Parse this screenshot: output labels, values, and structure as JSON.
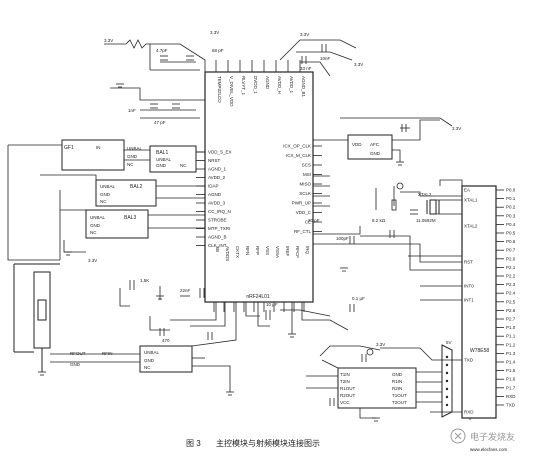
{
  "caption": {
    "figure": "图 3",
    "text": "主控模块与射频模块连接图示"
  },
  "watermark": {
    "name": "电子发烧友",
    "url": "www.elecfans.com"
  },
  "rf_chip": {
    "part": "nRF24L01",
    "pins_top": [
      "TEMP32LCO",
      "V_DIVEL_VDD",
      "RLVYT_1",
      "DVDD_1",
      "AGND",
      "AVDD_H",
      "AVDD_1",
      "AGND_B1"
    ],
    "pins_left": [
      "VDD_S_EX",
      "NRST",
      "AGND_1",
      "AVDD_2",
      "IDAP",
      "AGND",
      "AVDD_3",
      "CC_IRQ_N",
      "STROBE",
      "MTP_TXRI",
      "AGND_B",
      "CLK_INT"
    ],
    "pins_right": [
      "ICX_OP_CLK",
      "ICX_M_CLK",
      "SCS",
      "MSI",
      "MISO",
      "SCLK",
      "PWR_UP",
      "VDD_C",
      "CE",
      "RF_CTL"
    ],
    "pins_bottom": [
      "SB",
      "AVDDS",
      "CKTX",
      "RFN",
      "RFP",
      "VSS",
      "VSSA",
      "IREF",
      "RFCF",
      "IRQ"
    ]
  },
  "mcu": {
    "part": "W78E58",
    "pins_left": [
      "EA",
      "XTAL1",
      "XTAL2",
      "RST",
      "INT0",
      "INT1",
      "TXD",
      "RXD"
    ],
    "pins_right": [
      "P0.0",
      "P0.1",
      "P0.2",
      "P0.3",
      "P0.4",
      "P0.5",
      "P0.6",
      "P0.7",
      "P2.0",
      "P2.1",
      "P2.2",
      "P2.3",
      "P2.4",
      "P2.5",
      "P2.6",
      "P2.7",
      "P1.0",
      "P1.1",
      "P1.2",
      "P1.3",
      "P1.4",
      "P1.5",
      "P1.6",
      "P1.7",
      "RXD",
      "TXD"
    ]
  },
  "filters": [
    {
      "ref": "GF1",
      "pins": [
        "IN",
        "UNBAL",
        "GND",
        "NC"
      ]
    },
    {
      "ref": "BAL1",
      "pins": [
        "UNBAL",
        "GND",
        "NC"
      ]
    },
    {
      "ref": "BAL2",
      "pins": [
        "UNBAL",
        "GND",
        "NC"
      ]
    },
    {
      "ref": "BAL3",
      "pins": [
        "UNBAL",
        "GND",
        "NC"
      ]
    }
  ],
  "oscillator": {
    "ref": "VDD",
    "pins": [
      "AFC",
      "GND"
    ]
  },
  "crystal": {
    "ref": "XTAL2",
    "value": "11.0592M"
  },
  "max232": {
    "pins": [
      "T1IN",
      "T2IN",
      "R1OUT",
      "R2OUT",
      "VCC",
      "GND",
      "R1IN",
      "R2IN",
      "T1OUT",
      "T2OUT"
    ]
  },
  "supply": {
    "v33": "3.3V",
    "v5": "5V"
  },
  "passives": [
    "4.7pF",
    "68 pF",
    "1nF",
    "33 nF",
    "10nF",
    "47 pF",
    "100pF",
    "1.5K",
    "8.2 kΩ",
    "20 pF",
    "22nF",
    "10 μF",
    "470",
    "0.1 μF"
  ],
  "rf_port": {
    "labels": [
      "RFOUT",
      "RFIN",
      "GND"
    ]
  }
}
